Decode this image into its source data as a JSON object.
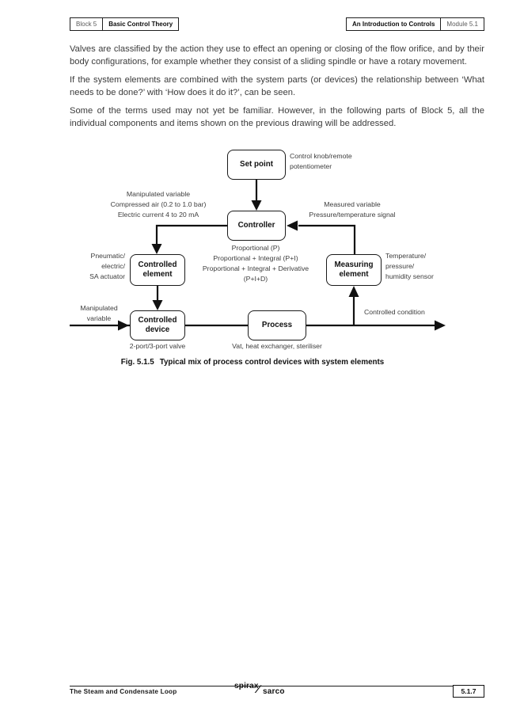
{
  "header": {
    "left": {
      "block": "Block 5",
      "title": "Basic Control Theory"
    },
    "right": {
      "title": "An Introduction to Controls",
      "module": "Module 5.1"
    }
  },
  "paragraphs": [
    "Valves are classified by the action they use to effect an opening or closing of the flow orifice, and by their body configurations, for example whether they consist of a sliding spindle or have a rotary movement.",
    "If the system elements are combined with the system parts (or devices) the relationship between ‘What needs to be done?’ with ‘How does it do it?’, can be seen.",
    "Some of the terms used may not yet be familiar. However, in the following parts of Block 5, all the individual components and items shown on the previous drawing will be addressed."
  ],
  "figure": {
    "caption_fig": "Fig. 5.1.5",
    "caption_text": "Typical mix of process control devices with system elements",
    "boxes": {
      "set_point": "Set point",
      "controller": "Controller",
      "controlled_element": "Controlled element",
      "measuring_element": "Measuring element",
      "controlled_device": "Controlled device",
      "process": "Process"
    },
    "labels": {
      "control_knob": {
        "lines": [
          "Control knob/remote",
          "potentiometer"
        ]
      },
      "manipulated_top": {
        "lines": [
          "Manipulated variable",
          "Compressed air (0.2 to 1.0 bar)",
          "Electric current 4 to 20 mA"
        ]
      },
      "measured_variable": {
        "lines": [
          "Measured variable",
          "Pressure/temperature signal"
        ]
      },
      "controller_modes": {
        "lines": [
          "Proportional (P)",
          "Proportional + Integral (P+I)",
          "Proportional + Integral + Derivative",
          "(P+I+D)"
        ]
      },
      "actuator": {
        "lines": [
          "Pneumatic/",
          "electric/",
          "SA actuator"
        ]
      },
      "sensor": {
        "lines": [
          "Temperature/",
          "pressure/",
          "humidity sensor"
        ]
      },
      "manipulated_left": {
        "lines": [
          "Manipulated",
          "variable"
        ]
      },
      "controlled_condition": "Controlled condition",
      "valve_note": "2-port/3-port valve",
      "process_note": "Vat, heat exchanger, steriliser"
    }
  },
  "footer": {
    "book_title": "The Steam and Condensate Loop",
    "logo": {
      "top": "spirax",
      "bottom": "sarco"
    },
    "page_ref": "5.1.7"
  },
  "colors": {
    "ink": "#1a1a1a",
    "body_text": "#3b3b3b"
  }
}
